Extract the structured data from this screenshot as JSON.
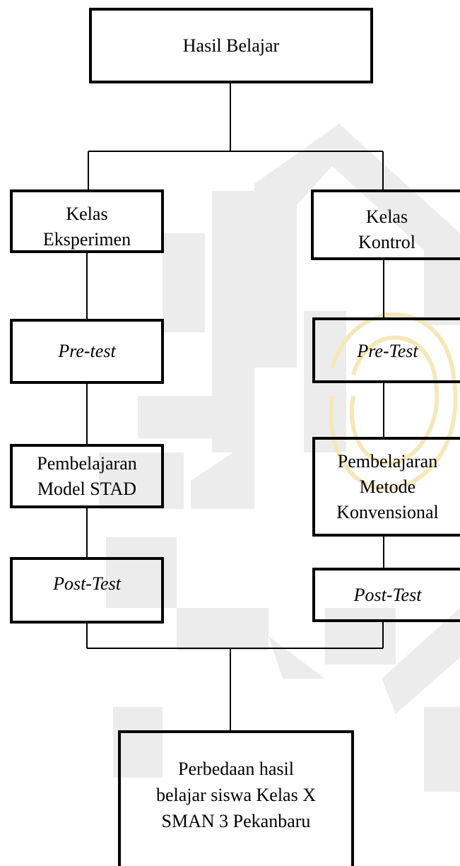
{
  "diagram": {
    "top_box": "Hasil Belajar",
    "left_column": {
      "class_box": "Kelas\nEksperimen",
      "pretest_box": "Pre-test",
      "learning_box": "Pembelajaran\nModel STAD",
      "posttest_box": "Post-Test"
    },
    "right_column": {
      "class_box": "Kelas\nKontrol",
      "pretest_box": "Pre-Test",
      "learning_box": "Pembelajaran\nMetode\nKonvensional",
      "posttest_box": "Post-Test"
    },
    "bottom_box": "Perbedaan hasil\nbelajar siswa Kelas X\nSMAN 3 Pekanbaru"
  },
  "colors": {
    "stroke": "#000000",
    "watermark_gray": "#e6e6e6",
    "watermark_yellow": "#f7ecc4"
  }
}
